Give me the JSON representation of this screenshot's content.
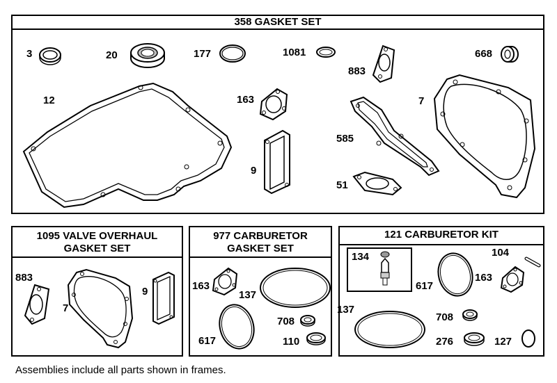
{
  "frames": {
    "gasket_set": {
      "title": "358 GASKET SET",
      "labels": {
        "p3": "3",
        "p20": "20",
        "p177": "177",
        "p1081": "1081",
        "p883": "883",
        "p668": "668",
        "p12": "12",
        "p163": "163",
        "p7": "7",
        "p585": "585",
        "p9": "9",
        "p51": "51"
      }
    },
    "valve_overhaul": {
      "title_line1": "1095 VALVE OVERHAUL",
      "title_line2": "GASKET SET",
      "labels": {
        "p883": "883",
        "p7": "7",
        "p9": "9"
      }
    },
    "carb_gasket": {
      "title_line1": "977 CARBURETOR",
      "title_line2": "GASKET SET",
      "labels": {
        "p163": "163",
        "p137": "137",
        "p617": "617",
        "p708": "708",
        "p110": "110"
      }
    },
    "carb_kit": {
      "title": "121 CARBURETOR KIT",
      "labels": {
        "p134": "134",
        "p104": "104",
        "p617": "617",
        "p163": "163",
        "p137": "137",
        "p708": "708",
        "p276": "276",
        "p127": "127"
      }
    }
  },
  "footer": "Assemblies include all parts shown in frames."
}
